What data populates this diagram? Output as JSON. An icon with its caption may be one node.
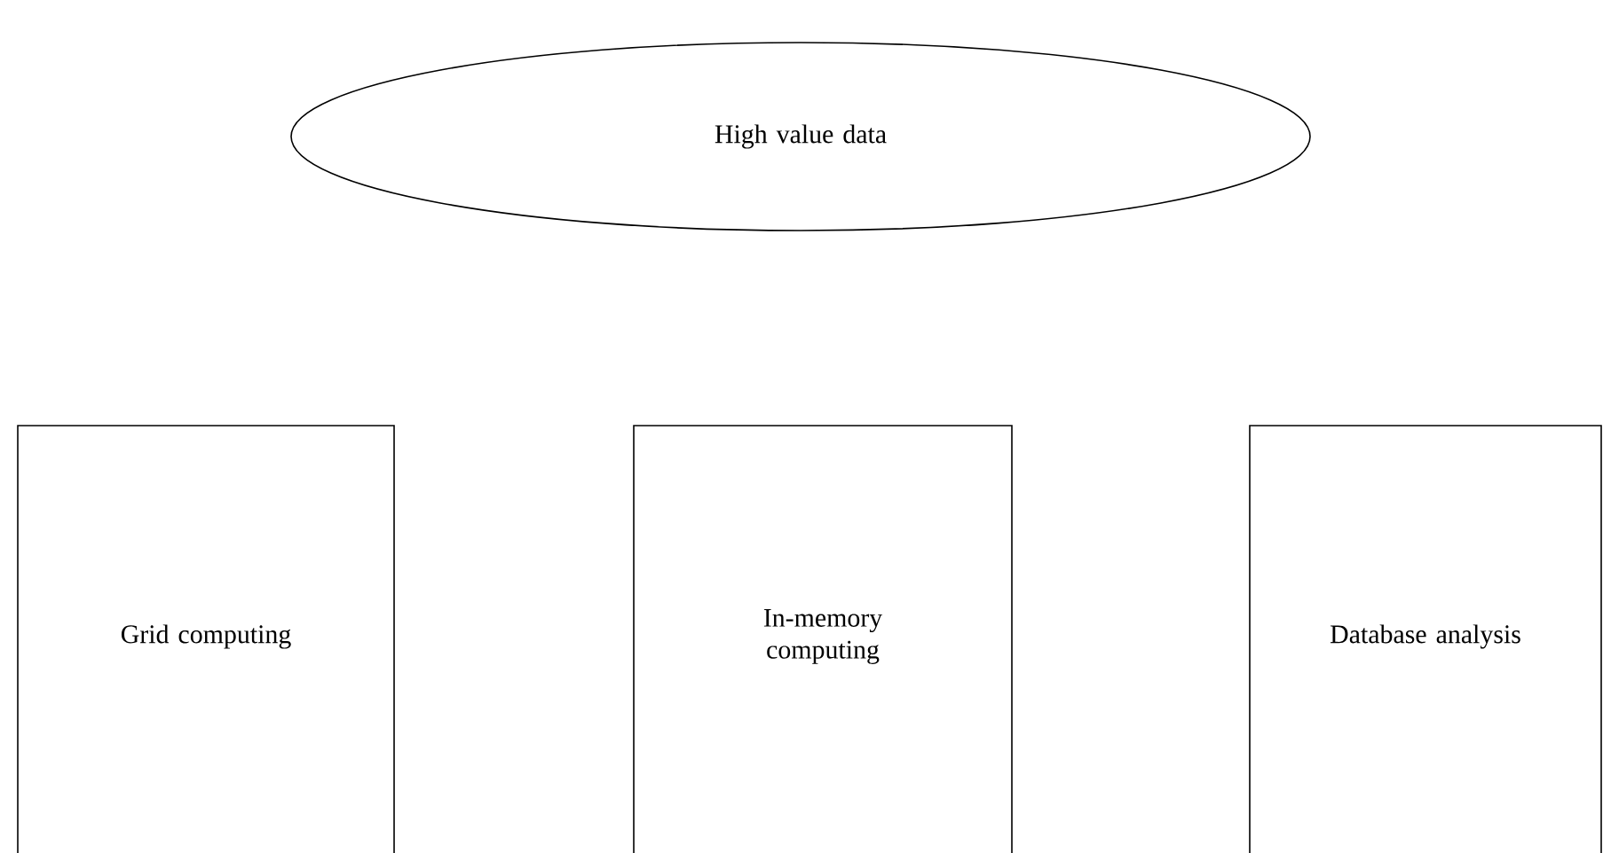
{
  "diagram": {
    "nodes": [
      {
        "text": [
          "High value data"
        ]
      },
      {
        "text": [
          "Grid computing"
        ]
      },
      {
        "text": [
          "In-memory computing"
        ]
      },
      {
        "text": [
          "Database analysis"
        ]
      }
    ]
  }
}
